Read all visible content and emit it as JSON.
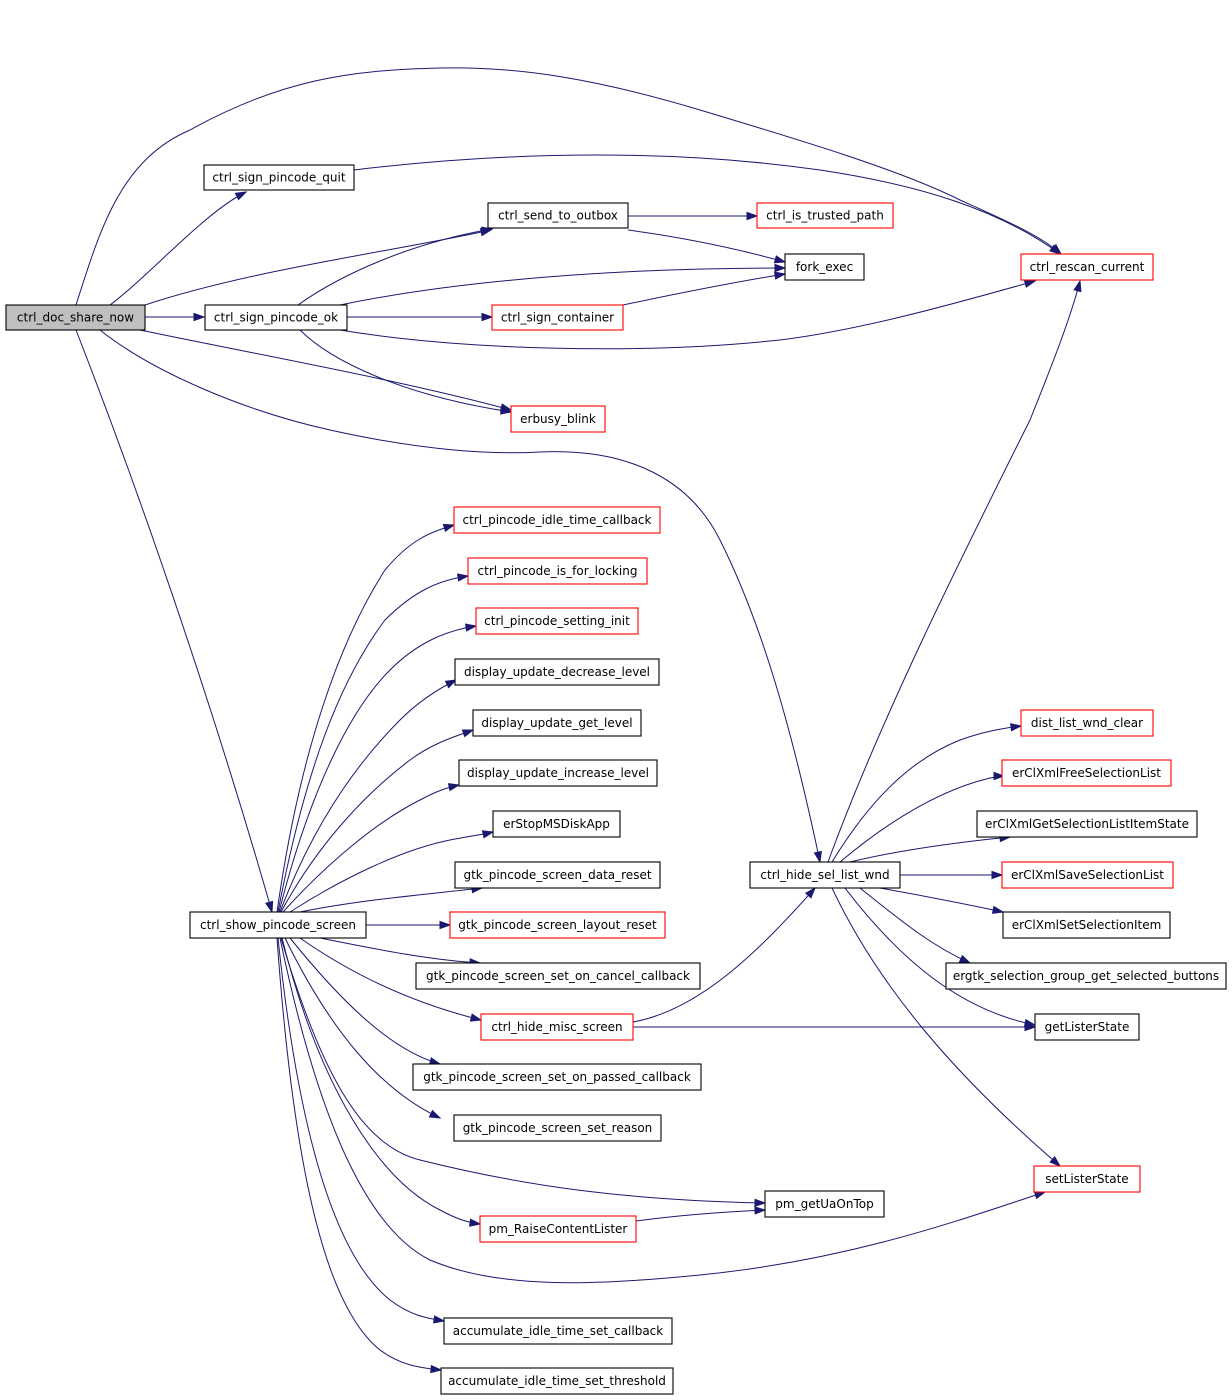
{
  "colors": {
    "edge": "#191970",
    "border_default": "#000000",
    "border_truncated": "#ff0000",
    "root_fill": "#bfbfbf",
    "node_fill": "#ffffff"
  },
  "nodes": [
    {
      "id": "n_root",
      "label": "ctrl_doc_share_now",
      "border": "black",
      "root": true
    },
    {
      "id": "n_quit",
      "label": "ctrl_sign_pincode_quit",
      "border": "black"
    },
    {
      "id": "n_outbox",
      "label": "ctrl_send_to_outbox",
      "border": "black"
    },
    {
      "id": "n_trusted",
      "label": "ctrl_is_trusted_path",
      "border": "red"
    },
    {
      "id": "n_fork",
      "label": "fork_exec",
      "border": "black"
    },
    {
      "id": "n_rescan",
      "label": "ctrl_rescan_current",
      "border": "red"
    },
    {
      "id": "n_ok",
      "label": "ctrl_sign_pincode_ok",
      "border": "black"
    },
    {
      "id": "n_container",
      "label": "ctrl_sign_container",
      "border": "red"
    },
    {
      "id": "n_blink",
      "label": "erbusy_blink",
      "border": "red"
    },
    {
      "id": "n_idle_cb",
      "label": "ctrl_pincode_idle_time_callback",
      "border": "red"
    },
    {
      "id": "n_locking",
      "label": "ctrl_pincode_is_for_locking",
      "border": "red"
    },
    {
      "id": "n_setting",
      "label": "ctrl_pincode_setting_init",
      "border": "red"
    },
    {
      "id": "n_dec",
      "label": "display_update_decrease_level",
      "border": "black"
    },
    {
      "id": "n_get",
      "label": "display_update_get_level",
      "border": "black"
    },
    {
      "id": "n_inc",
      "label": "display_update_increase_level",
      "border": "black"
    },
    {
      "id": "n_msdisk",
      "label": "erStopMSDiskApp",
      "border": "black"
    },
    {
      "id": "n_data_reset",
      "label": "gtk_pincode_screen_data_reset",
      "border": "black"
    },
    {
      "id": "n_show",
      "label": "ctrl_show_pincode_screen",
      "border": "black"
    },
    {
      "id": "n_layout_reset",
      "label": "gtk_pincode_screen_layout_reset",
      "border": "red"
    },
    {
      "id": "n_cancel_cb",
      "label": "gtk_pincode_screen_set_on_cancel_callback",
      "border": "black"
    },
    {
      "id": "n_misc",
      "label": "ctrl_hide_misc_screen",
      "border": "red"
    },
    {
      "id": "n_passed_cb",
      "label": "gtk_pincode_screen_set_on_passed_callback",
      "border": "black"
    },
    {
      "id": "n_reason",
      "label": "gtk_pincode_screen_set_reason",
      "border": "black"
    },
    {
      "id": "n_raise",
      "label": "pm_RaiseContentLister",
      "border": "red"
    },
    {
      "id": "n_ontop",
      "label": "pm_getUaOnTop",
      "border": "black"
    },
    {
      "id": "n_acc_cb",
      "label": "accumulate_idle_time_set_callback",
      "border": "black"
    },
    {
      "id": "n_acc_th",
      "label": "accumulate_idle_time_set_threshold",
      "border": "black"
    },
    {
      "id": "n_hide_sel",
      "label": "ctrl_hide_sel_list_wnd",
      "border": "black"
    },
    {
      "id": "n_dist",
      "label": "dist_list_wnd_clear",
      "border": "red"
    },
    {
      "id": "n_free",
      "label": "erClXmlFreeSelectionList",
      "border": "red"
    },
    {
      "id": "n_getitem",
      "label": "erClXmlGetSelectionListItemState",
      "border": "black"
    },
    {
      "id": "n_save",
      "label": "erClXmlSaveSelectionList",
      "border": "red"
    },
    {
      "id": "n_setitem",
      "label": "erClXmlSetSelectionItem",
      "border": "black"
    },
    {
      "id": "n_group",
      "label": "ergtk_selection_group_get_selected_buttons",
      "border": "black"
    },
    {
      "id": "n_getlister",
      "label": "getListerState",
      "border": "black"
    },
    {
      "id": "n_setlister",
      "label": "setListerState",
      "border": "red"
    }
  ],
  "edges": [
    {
      "from": "n_root",
      "to": "n_quit"
    },
    {
      "from": "n_root",
      "to": "n_rescan"
    },
    {
      "from": "n_root",
      "to": "n_outbox"
    },
    {
      "from": "n_root",
      "to": "n_ok"
    },
    {
      "from": "n_root",
      "to": "n_blink"
    },
    {
      "from": "n_root",
      "to": "n_hide_sel"
    },
    {
      "from": "n_root",
      "to": "n_show"
    },
    {
      "from": "n_quit",
      "to": "n_rescan"
    },
    {
      "from": "n_outbox",
      "to": "n_trusted"
    },
    {
      "from": "n_outbox",
      "to": "n_fork"
    },
    {
      "from": "n_ok",
      "to": "n_outbox"
    },
    {
      "from": "n_ok",
      "to": "n_fork"
    },
    {
      "from": "n_ok",
      "to": "n_container"
    },
    {
      "from": "n_ok",
      "to": "n_rescan"
    },
    {
      "from": "n_ok",
      "to": "n_blink"
    },
    {
      "from": "n_container",
      "to": "n_fork"
    },
    {
      "from": "n_show",
      "to": "n_idle_cb"
    },
    {
      "from": "n_show",
      "to": "n_locking"
    },
    {
      "from": "n_show",
      "to": "n_setting"
    },
    {
      "from": "n_show",
      "to": "n_dec"
    },
    {
      "from": "n_show",
      "to": "n_get"
    },
    {
      "from": "n_show",
      "to": "n_inc"
    },
    {
      "from": "n_show",
      "to": "n_msdisk"
    },
    {
      "from": "n_show",
      "to": "n_data_reset"
    },
    {
      "from": "n_show",
      "to": "n_layout_reset"
    },
    {
      "from": "n_show",
      "to": "n_cancel_cb"
    },
    {
      "from": "n_show",
      "to": "n_misc"
    },
    {
      "from": "n_show",
      "to": "n_passed_cb"
    },
    {
      "from": "n_show",
      "to": "n_reason"
    },
    {
      "from": "n_show",
      "to": "n_ontop"
    },
    {
      "from": "n_show",
      "to": "n_raise"
    },
    {
      "from": "n_show",
      "to": "n_setlister"
    },
    {
      "from": "n_show",
      "to": "n_acc_cb"
    },
    {
      "from": "n_show",
      "to": "n_acc_th"
    },
    {
      "from": "n_misc",
      "to": "n_hide_sel"
    },
    {
      "from": "n_misc",
      "to": "n_getlister"
    },
    {
      "from": "n_raise",
      "to": "n_ontop"
    },
    {
      "from": "n_hide_sel",
      "to": "n_rescan"
    },
    {
      "from": "n_hide_sel",
      "to": "n_dist"
    },
    {
      "from": "n_hide_sel",
      "to": "n_free"
    },
    {
      "from": "n_hide_sel",
      "to": "n_getitem"
    },
    {
      "from": "n_hide_sel",
      "to": "n_save"
    },
    {
      "from": "n_hide_sel",
      "to": "n_setitem"
    },
    {
      "from": "n_hide_sel",
      "to": "n_group"
    },
    {
      "from": "n_hide_sel",
      "to": "n_getlister"
    },
    {
      "from": "n_hide_sel",
      "to": "n_setlister"
    }
  ]
}
